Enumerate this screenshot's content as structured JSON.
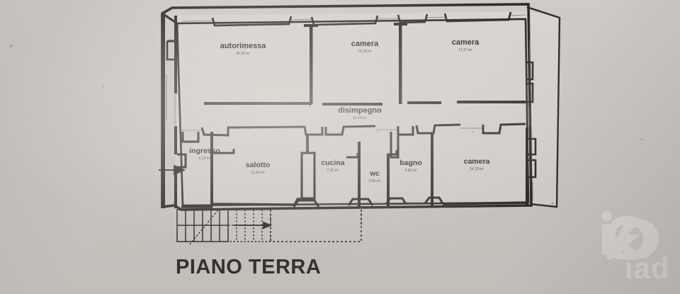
{
  "document": {
    "type": "floor-plan",
    "title": "PIANO TERRA",
    "language": "it"
  },
  "colors": {
    "background": "#cdc8c3",
    "room_fill": "#d6d2cd",
    "wall": "#24211f",
    "text": "#1f1c1a",
    "watermark": "#efeceb"
  },
  "rooms": [
    {
      "id": "autorimessa",
      "name": "autorimessa",
      "area": "36.28 m²"
    },
    {
      "id": "camera-1",
      "name": "camera",
      "area": "15.33 m²"
    },
    {
      "id": "camera-2",
      "name": "camera",
      "area": "17.37 m²"
    },
    {
      "id": "disimpegno",
      "name": "disimpegno",
      "area": "16.13 m²"
    },
    {
      "id": "ingresso",
      "name": "ingresso",
      "area": "6.12 m²"
    },
    {
      "id": "salotto",
      "name": "salotto",
      "area": "11.24 m²"
    },
    {
      "id": "cucina",
      "name": "cucina",
      "area": "7.32 m²"
    },
    {
      "id": "wc",
      "name": "wc",
      "area": "2.86 m²"
    },
    {
      "id": "bagno",
      "name": "bagno",
      "area": "5.62 m²"
    },
    {
      "id": "camera-3",
      "name": "camera",
      "area": "14.13 m²"
    }
  ],
  "annotations": {
    "entrance_arrow": "entrance-direction-arrow",
    "stair_arrow": "stair-up-direction-arrow",
    "staircase": "external-staircase",
    "projection_outline": "dashed-projection-outline"
  },
  "watermark": {
    "brand": "iad",
    "mark": "in-logomark"
  }
}
